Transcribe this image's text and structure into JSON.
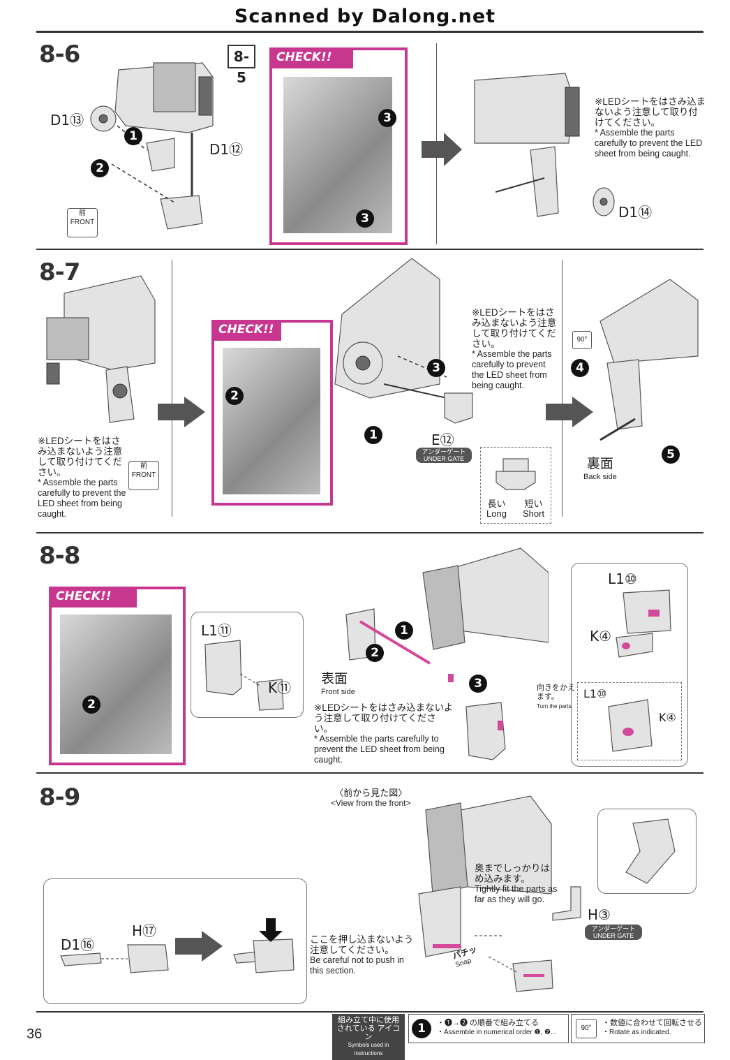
{
  "header": "Scanned by Dalong.net",
  "page_number": "36",
  "steps": {
    "s86": {
      "label": "8-6",
      "ref": "8-5",
      "check": "CHECK!!",
      "parts": {
        "a": "D1⑬",
        "b": "D1⑫",
        "c": "D1⑭"
      },
      "front_jp": "前",
      "front_en": "FRONT",
      "note_jp": "※LEDシートをはさみ込まないよう注意して取り付けてください。",
      "note_en": "* Assemble the parts carefully to prevent the LED sheet from being caught."
    },
    "s87": {
      "label": "8-7",
      "check": "CHECK!!",
      "note1_jp": "※LEDシートをはさみ込まないよう注意して取り付けてください。",
      "note1_en": "* Assemble the parts carefully to prevent the LED sheet from being caught.",
      "front_jp": "前",
      "front_en": "FRONT",
      "note2_jp": "※LEDシートをはさみ込まないよう注意して取り付けてください。",
      "note2_en": "* Assemble the parts carefully to prevent the LED sheet from being caught.",
      "part_e": "E⑫",
      "under_gate_jp": "アンダーゲート",
      "under_gate_en": "UNDER GATE",
      "long_jp": "長い",
      "long_en": "Long",
      "short_jp": "短い",
      "short_en": "Short",
      "rotate": "90°",
      "back_jp": "裏面",
      "back_en": "Back side"
    },
    "s88": {
      "label": "8-8",
      "check": "CHECK!!",
      "part_l11": "L1⑪",
      "part_k11": "K⑪",
      "front_jp": "表面",
      "front_en": "Front side",
      "note_jp": "※LEDシートをはさみ込まないよう注意して取り付けてください。",
      "note_en": "* Assemble the parts carefully to prevent the LED sheet from being caught.",
      "part_l10": "L1⑩",
      "part_k4": "K④",
      "turn_jp": "向きをかえます。",
      "turn_en": "Turn the parts.",
      "part_l10b": "L1⑩",
      "part_k4b": "K④"
    },
    "s89": {
      "label": "8-9",
      "view_jp": "〈前から見た図〉",
      "view_en": "<View from the front>",
      "fit_jp": "奥までしっかりはめ込みます。",
      "fit_en": "Tightly fit the parts as far as they will go.",
      "part_h3": "H③",
      "under_gate_jp": "アンダーゲート",
      "under_gate_en": "UNDER GATE",
      "part_d16": "D1⑯",
      "part_h17": "H⑰",
      "careful_jp": "ここを押し込まないよう注意してください。",
      "careful_en": "Be careful not to push in this section.",
      "snap_jp": "パチッ",
      "snap_en": "Snap"
    }
  },
  "footer": {
    "icons_jp": "組み立て中に使用されている アイコン",
    "icons_en": "Symbols used in instructions",
    "order_jp": "・❶→❷ の順番で組み立てる",
    "order_en": "・Assemble in numerical order ❶, ❷...",
    "rotate_icon": "90°",
    "rotate_jp": "・数値に合わせて回転させる",
    "rotate_en": "・Rotate as indicated."
  },
  "colors": {
    "accent": "#c8378f",
    "line": "#333333"
  }
}
